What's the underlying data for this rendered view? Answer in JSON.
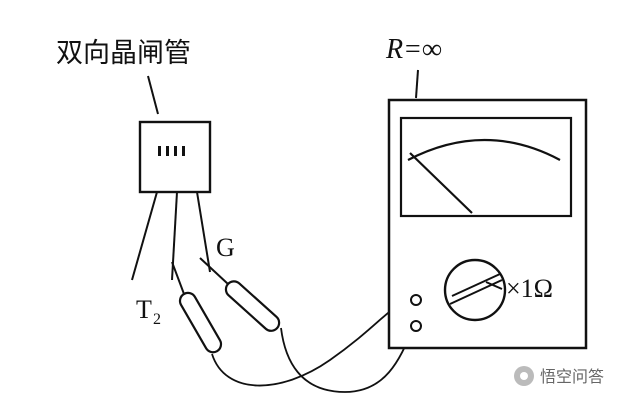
{
  "device_label": "双向晶闸管",
  "resistance_label": "R=∞",
  "terminal_t2": "T",
  "terminal_t2_sub": "2",
  "terminal_g": "G",
  "range_label": "×1Ω",
  "watermark": "悟空问答"
}
